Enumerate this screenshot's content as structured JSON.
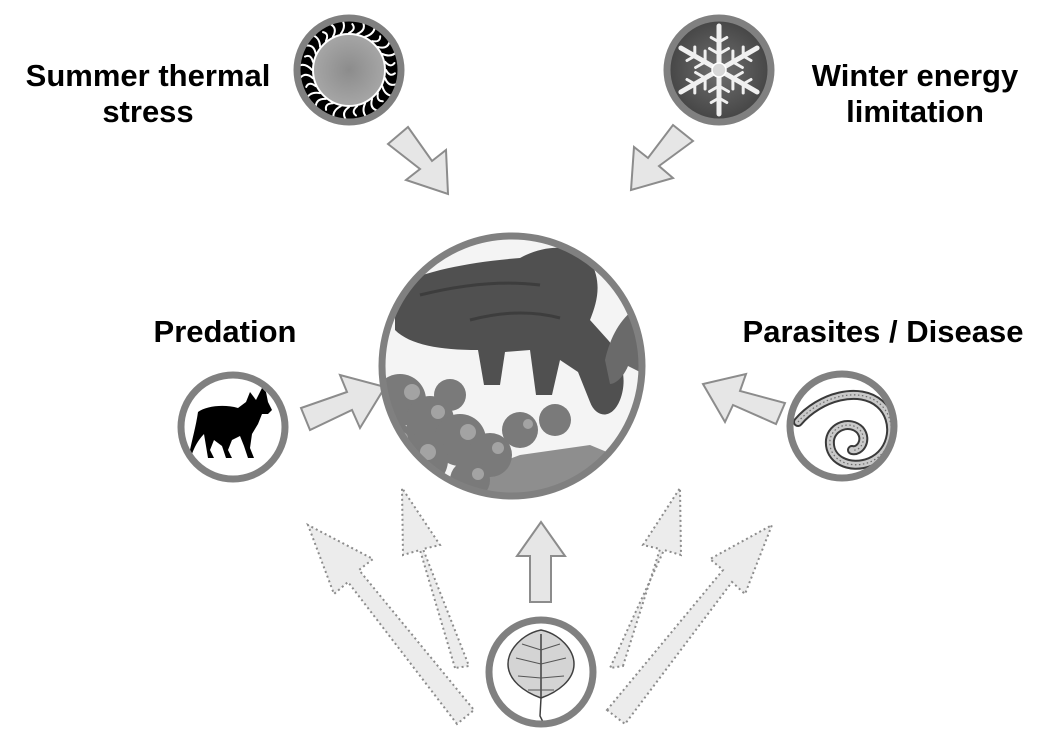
{
  "diagram": {
    "labels": {
      "summer_line1": "Summer thermal",
      "summer_line2": "stress",
      "winter_line1": "Winter energy",
      "winter_line2": "limitation",
      "predation": "Predation",
      "parasites": "Parasites / Disease"
    },
    "nodes": [
      {
        "id": "moose",
        "icon": "moose-photo"
      },
      {
        "id": "summer",
        "icon": "sun-icon"
      },
      {
        "id": "winter",
        "icon": "snowflake-icon"
      },
      {
        "id": "predation",
        "icon": "wolf-icon"
      },
      {
        "id": "parasites",
        "icon": "worm-icon"
      },
      {
        "id": "forage",
        "icon": "leaf-icon"
      }
    ],
    "edges": [
      {
        "from": "summer",
        "to": "moose",
        "style": "solid"
      },
      {
        "from": "winter",
        "to": "moose",
        "style": "solid"
      },
      {
        "from": "predation",
        "to": "moose",
        "style": "solid"
      },
      {
        "from": "parasites",
        "to": "moose",
        "style": "solid"
      },
      {
        "from": "forage",
        "to": "moose",
        "style": "solid"
      },
      {
        "from": "forage",
        "to": "summer",
        "style": "dotted"
      },
      {
        "from": "forage",
        "to": "predation",
        "style": "dotted"
      },
      {
        "from": "forage",
        "to": "parasites",
        "style": "dotted"
      },
      {
        "from": "forage",
        "to": "winter",
        "style": "dotted"
      }
    ],
    "colors": {
      "ring": "#808080",
      "arrow_fill": "#e6e6e6",
      "arrow_stroke": "#8c8c8c",
      "text": "#000000"
    }
  }
}
